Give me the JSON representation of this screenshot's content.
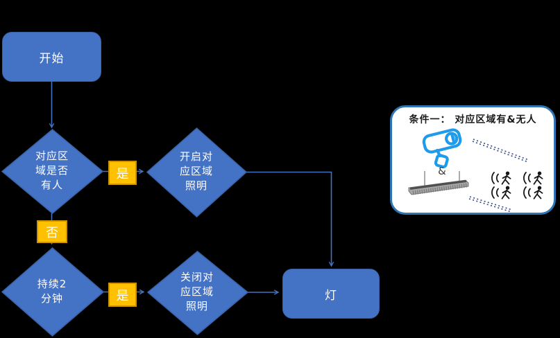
{
  "canvas": {
    "background": "#000000"
  },
  "palette": {
    "node_fill": "#4472C4",
    "node_stroke": "#3A62A8",
    "connector": "#4472C4",
    "edge_label_fill": "#FFC000",
    "edge_label_stroke": "#C8930A",
    "node_text": "#FFFFFF",
    "callout_border": "#2E75B6",
    "callout_bg": "#FFFFFF",
    "callout_text": "#1A1A1A",
    "camera_blue": "#1E9BE9",
    "signal_dash": "#3A4E8C"
  },
  "flowchart": {
    "start": {
      "label": "开始"
    },
    "decision_occupancy": {
      "label": "对应区\n域是否\n有人"
    },
    "decision_turn_on": {
      "label": "开启对\n应区域\n照明"
    },
    "decision_duration": {
      "label": "持续2\n分钟"
    },
    "decision_turn_off": {
      "label": "关闭对\n应区域\n照明"
    },
    "lamp": {
      "label": "灯"
    },
    "edge_yes_1": {
      "label": "是"
    },
    "edge_no_1": {
      "label": "否"
    },
    "edge_yes_2": {
      "label": "是"
    }
  },
  "callout": {
    "title": "条件一： 对应区域有&无人",
    "ampersand": "&",
    "icons": {
      "camera": "cctv-camera-icon",
      "light": "linear-light-fixture-icon",
      "person": "walking-person-icon",
      "signal": "dashed-signal-line"
    }
  }
}
